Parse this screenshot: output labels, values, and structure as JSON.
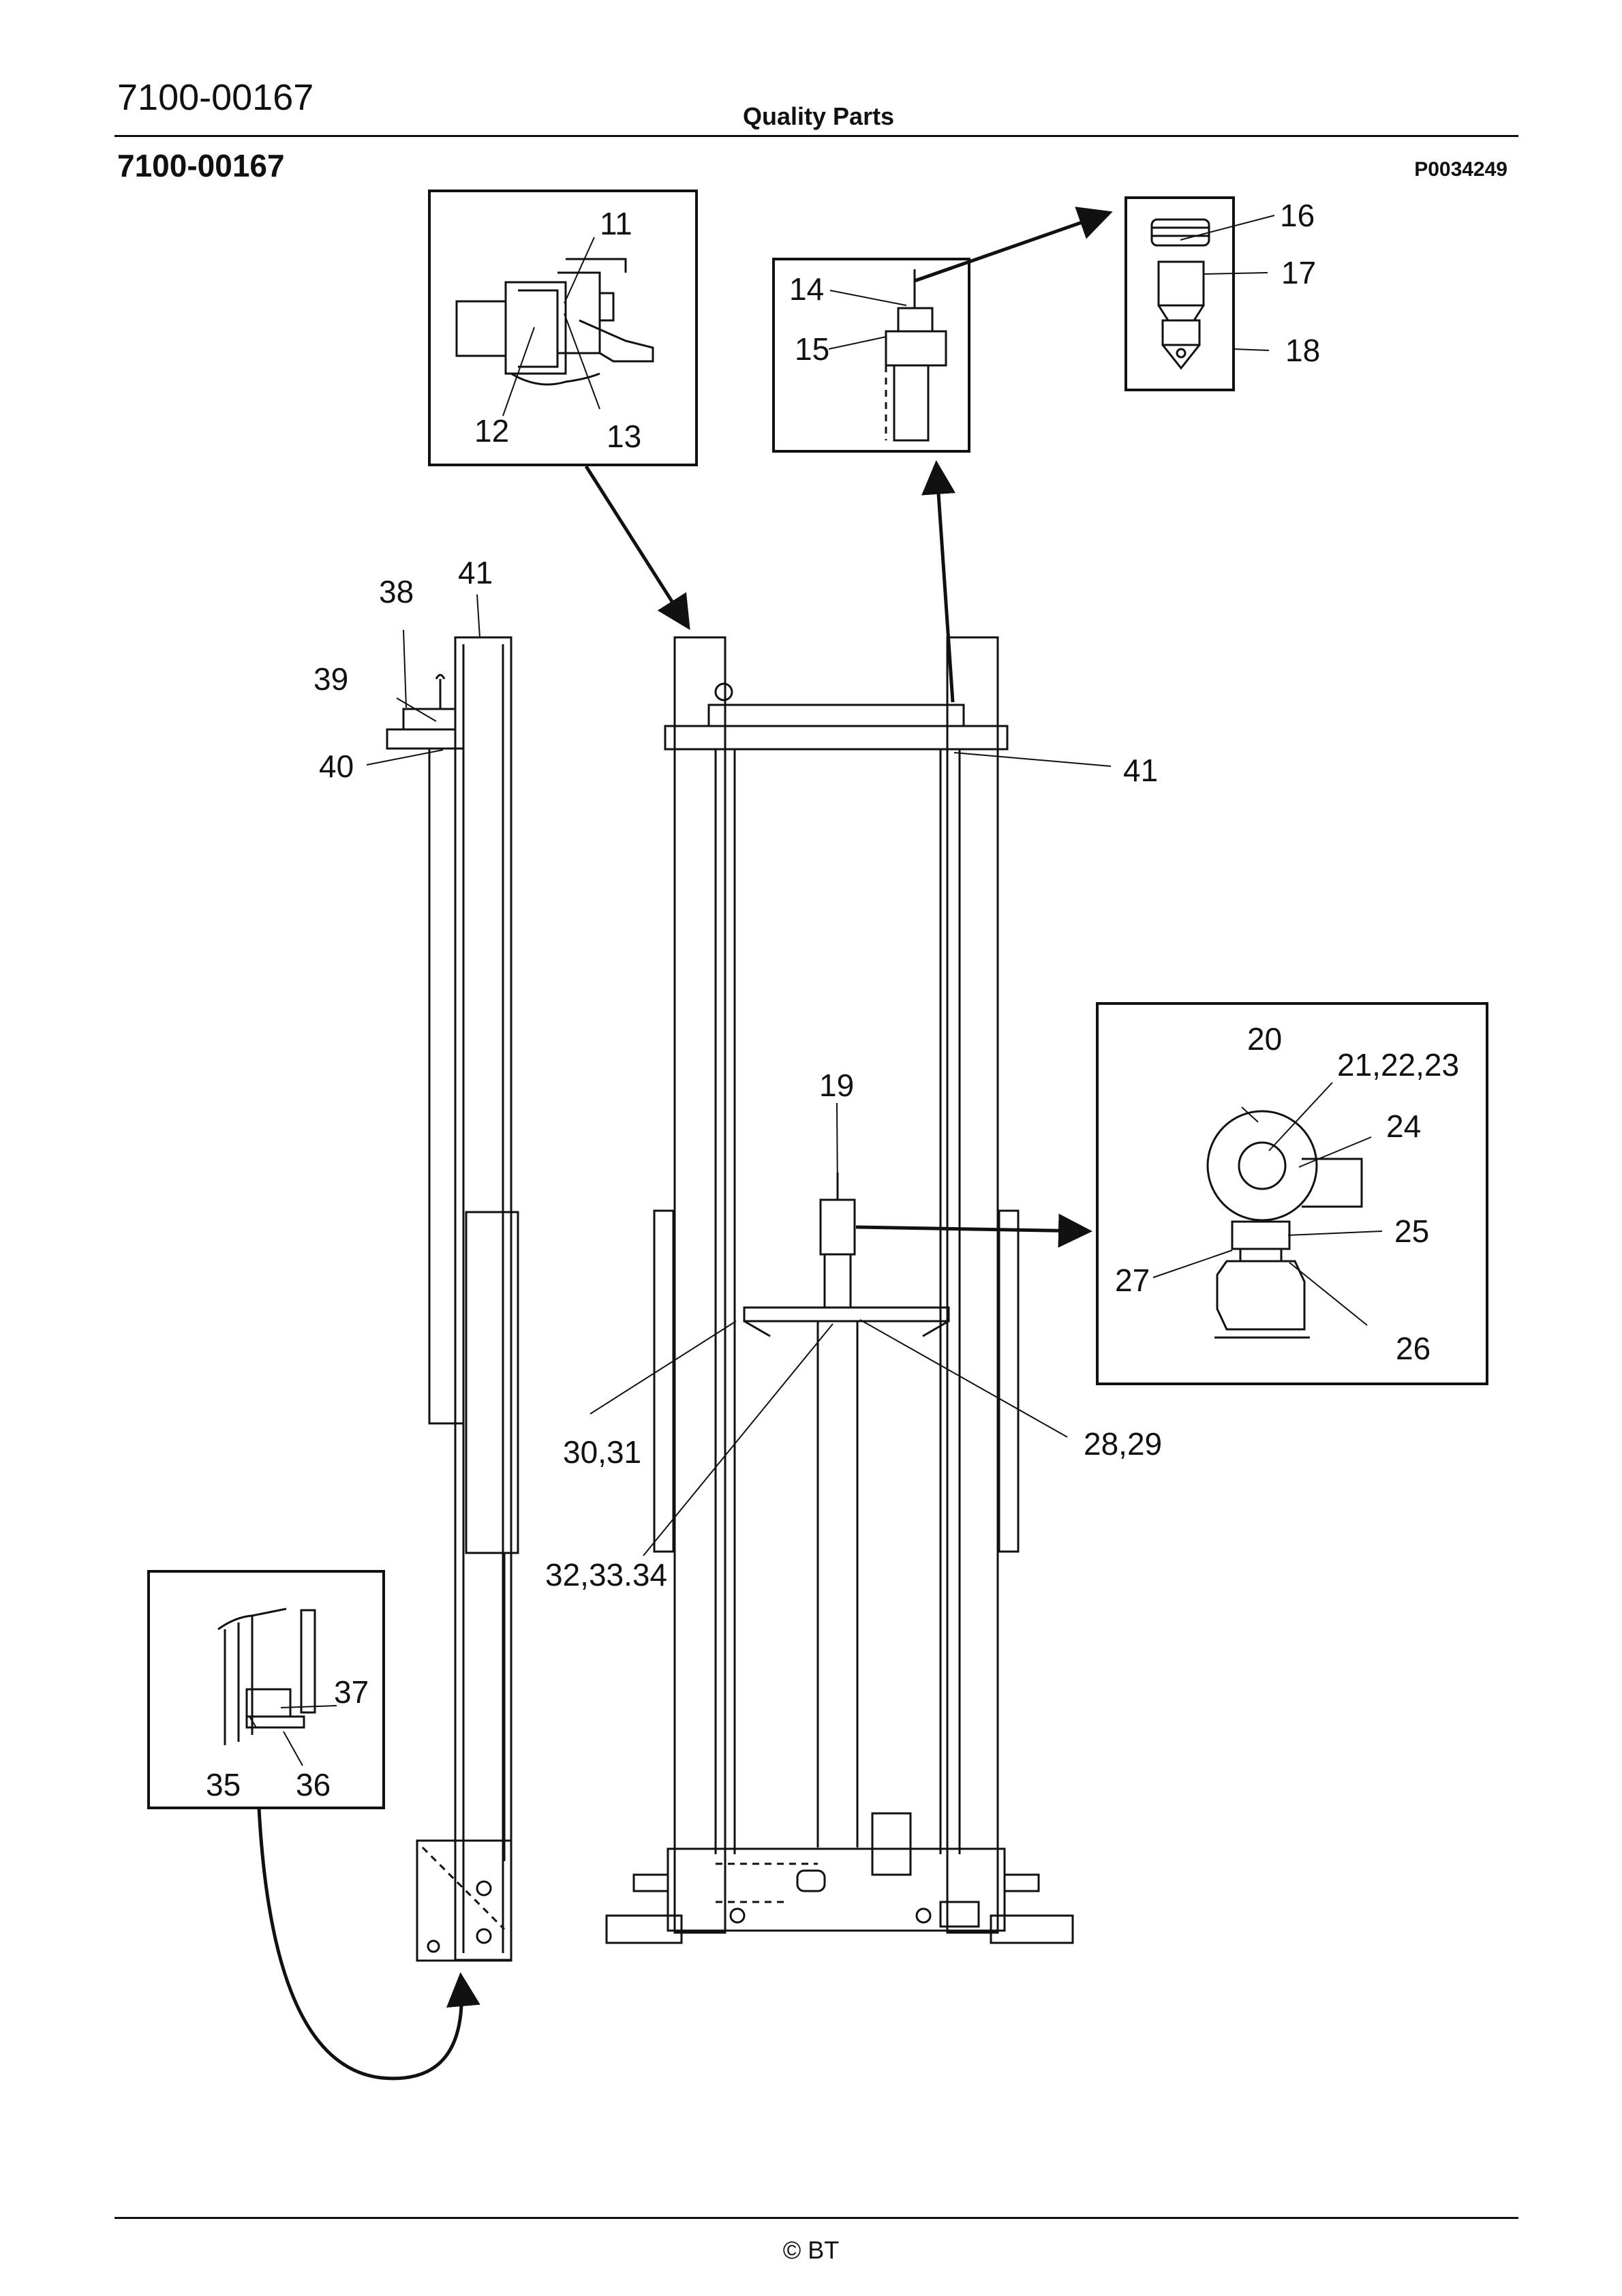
{
  "header": {
    "doc_number": "7100-00167",
    "title": "Quality Parts"
  },
  "subheader": {
    "drawing_number": "7100-00167",
    "reference": "P0034249"
  },
  "callouts": {
    "c11": "11",
    "c12": "12",
    "c13": "13",
    "c14": "14",
    "c15": "15",
    "c16": "16",
    "c17": "17",
    "c18": "18",
    "c19": "19",
    "c20": "20",
    "c21": "21,22,23",
    "c24": "24",
    "c25": "25",
    "c26": "26",
    "c27": "27",
    "c28": "28,29",
    "c30": "30,31",
    "c32": "32,33.34",
    "c35": "35",
    "c36": "36",
    "c37": "37",
    "c38": "38",
    "c39": "39",
    "c40": "40",
    "c41a": "41",
    "c41b": "41"
  },
  "footer": {
    "copyright": "© BT"
  }
}
